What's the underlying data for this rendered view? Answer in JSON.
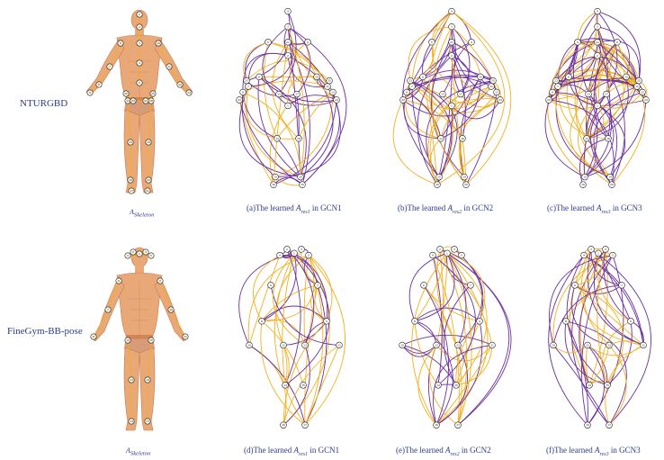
{
  "rows": [
    {
      "label": "NTURGBD",
      "body_caption_sym": "A",
      "body_caption_sub": "Skeleton"
    },
    {
      "label": "FineGym-BB-pose",
      "body_caption_sym": "A",
      "body_caption_sub": "Skeleton"
    }
  ],
  "captions": [
    {
      "prefix": "(a)The learned ",
      "sym": "A",
      "sub": "res1",
      "suffix": " in GCN1"
    },
    {
      "prefix": "(b)The learned ",
      "sym": "A",
      "sub": "res2",
      "suffix": " in GCN2"
    },
    {
      "prefix": "(c)The learned ",
      "sym": "A",
      "sub": "res3",
      "suffix": " in GCN3"
    },
    {
      "prefix": "(d)The learned ",
      "sym": "A",
      "sub": "res1",
      "suffix": " in GCN1"
    },
    {
      "prefix": "(e)The learned ",
      "sym": "A",
      "sub": "res2",
      "suffix": " in GCN2"
    },
    {
      "prefix": "(f)The learned ",
      "sym": "A",
      "sub": "res3",
      "suffix": " in GCN3"
    }
  ],
  "colors": {
    "purple": "#6b2fa0",
    "yellow": "#f2b01e",
    "skin": "#e8a878",
    "skin_dark": "#c97a4a",
    "node_fill": "#ffffff",
    "node_stroke": "#222222",
    "label": "#2b3a8c"
  }
}
